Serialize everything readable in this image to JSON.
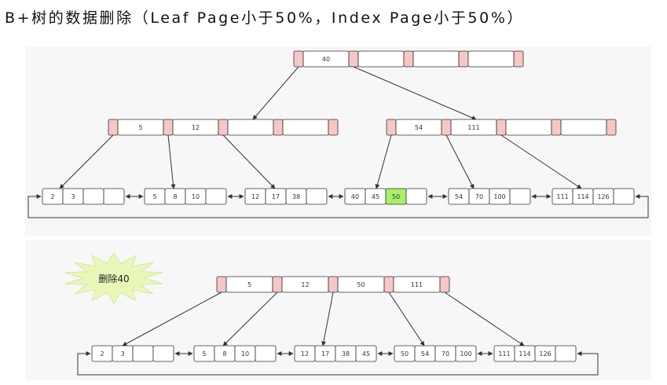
{
  "title": "B+树的数据删除（Leaf Page小于50%，Index Page小于50%）",
  "colors": {
    "pointer_slot": "#f7c6c6",
    "highlight": "#a6f06a",
    "burst_fill": "#e9f7b9",
    "line": "#333333"
  },
  "before": {
    "root": [
      "40",
      "",
      "",
      ""
    ],
    "index_nodes": [
      [
        "5",
        "12",
        "",
        ""
      ],
      [
        "54",
        "111",
        "",
        ""
      ]
    ],
    "leaves": [
      [
        "2",
        "3",
        "",
        ""
      ],
      [
        "5",
        "8",
        "10",
        ""
      ],
      [
        "12",
        "17",
        "38",
        ""
      ],
      [
        "40",
        "45",
        "50",
        ""
      ],
      [
        "54",
        "70",
        "100",
        ""
      ],
      [
        "111",
        "114",
        "126",
        ""
      ]
    ],
    "highlighted_key": "50"
  },
  "operation_label": "删除40",
  "after": {
    "root": [
      "5",
      "12",
      "50",
      "111"
    ],
    "leaves": [
      [
        "2",
        "3",
        "",
        ""
      ],
      [
        "5",
        "8",
        "10",
        ""
      ],
      [
        "12",
        "17",
        "38",
        "45"
      ],
      [
        "50",
        "54",
        "70",
        "100"
      ],
      [
        "111",
        "114",
        "126",
        ""
      ]
    ]
  }
}
